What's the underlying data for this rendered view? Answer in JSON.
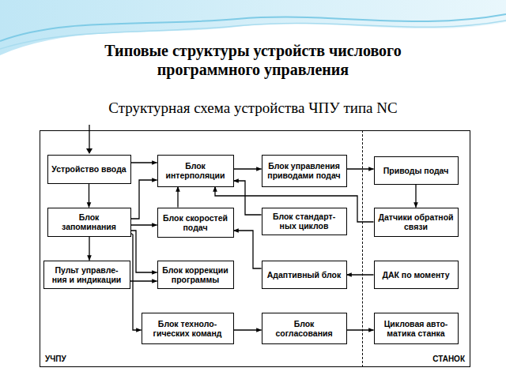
{
  "diagram": {
    "title": "Типовые структуры устройств числового программного управления",
    "caption": "Структурная схема устройства ЧПУ типа NC",
    "nodes": [
      {
        "text": [
          "УЧПУ"
        ]
      },
      {
        "text": [
          "СТАНОК"
        ]
      },
      {
        "text": [
          "Устройство ввода"
        ],
        "in": 0
      },
      {
        "text": [
          "Блок интерполяции"
        ],
        "in": 0
      },
      {
        "text": [
          "Блок управления приводами подач"
        ],
        "in": 0
      },
      {
        "text": [
          "Приводы подач"
        ],
        "in": 1
      },
      {
        "text": [
          "Блок запоминания"
        ],
        "in": 0
      },
      {
        "text": [
          "Блок скоростей подач"
        ],
        "in": 0
      },
      {
        "text": [
          "Блок стандарт- ных циклов"
        ],
        "in": 0
      },
      {
        "text": [
          "Датчики обратной связи"
        ],
        "in": 1
      },
      {
        "text": [
          "Пульт управле- ния и индикации"
        ],
        "in": 0
      },
      {
        "text": [
          "Блок коррекции программы"
        ],
        "in": 0
      },
      {
        "text": [
          "Адаптивный блок"
        ],
        "in": 0
      },
      {
        "text": [
          "ДАК по моменту"
        ],
        "in": 1
      },
      {
        "text": [
          "Блок техноло- гических команд"
        ],
        "in": 0
      },
      {
        "text": [
          "Блок согласования"
        ],
        "in": 0
      },
      {
        "text": [
          "Цикловая авто- матика станка"
        ],
        "in": 1
      }
    ],
    "edges": [
      {
        "from": 2,
        "to": 6,
        "arrow": "to"
      },
      {
        "from": 2,
        "to": 3,
        "arrow": "to"
      },
      {
        "from": 6,
        "to": 10,
        "arrow": "to"
      },
      {
        "from": 6,
        "to": 3,
        "arrow": "to"
      },
      {
        "from": 6,
        "to": 7,
        "arrow": "to"
      },
      {
        "from": 6,
        "to": 11,
        "arrow": "to"
      },
      {
        "from": 6,
        "to": 14,
        "arrow": "to"
      },
      {
        "from": 3,
        "to": 4,
        "arrow": "to"
      },
      {
        "from": 4,
        "to": 5,
        "arrow": "to"
      },
      {
        "from": 5,
        "to": 9,
        "arrow": "to"
      },
      {
        "from": 9,
        "to": 3,
        "arrow": "to"
      },
      {
        "from": 13,
        "to": 12,
        "arrow": "to"
      },
      {
        "from": 12,
        "to": 7,
        "arrow": "to"
      },
      {
        "from": 8,
        "to": 3,
        "arrow": "to"
      },
      {
        "from": 7,
        "to": 3,
        "arrow": "to"
      },
      {
        "from": 10,
        "to": 11,
        "arrow": "to"
      },
      {
        "from": 14,
        "to": 15,
        "arrow": "to"
      },
      {
        "from": 15,
        "to": 16,
        "arrow": "to"
      }
    ]
  }
}
